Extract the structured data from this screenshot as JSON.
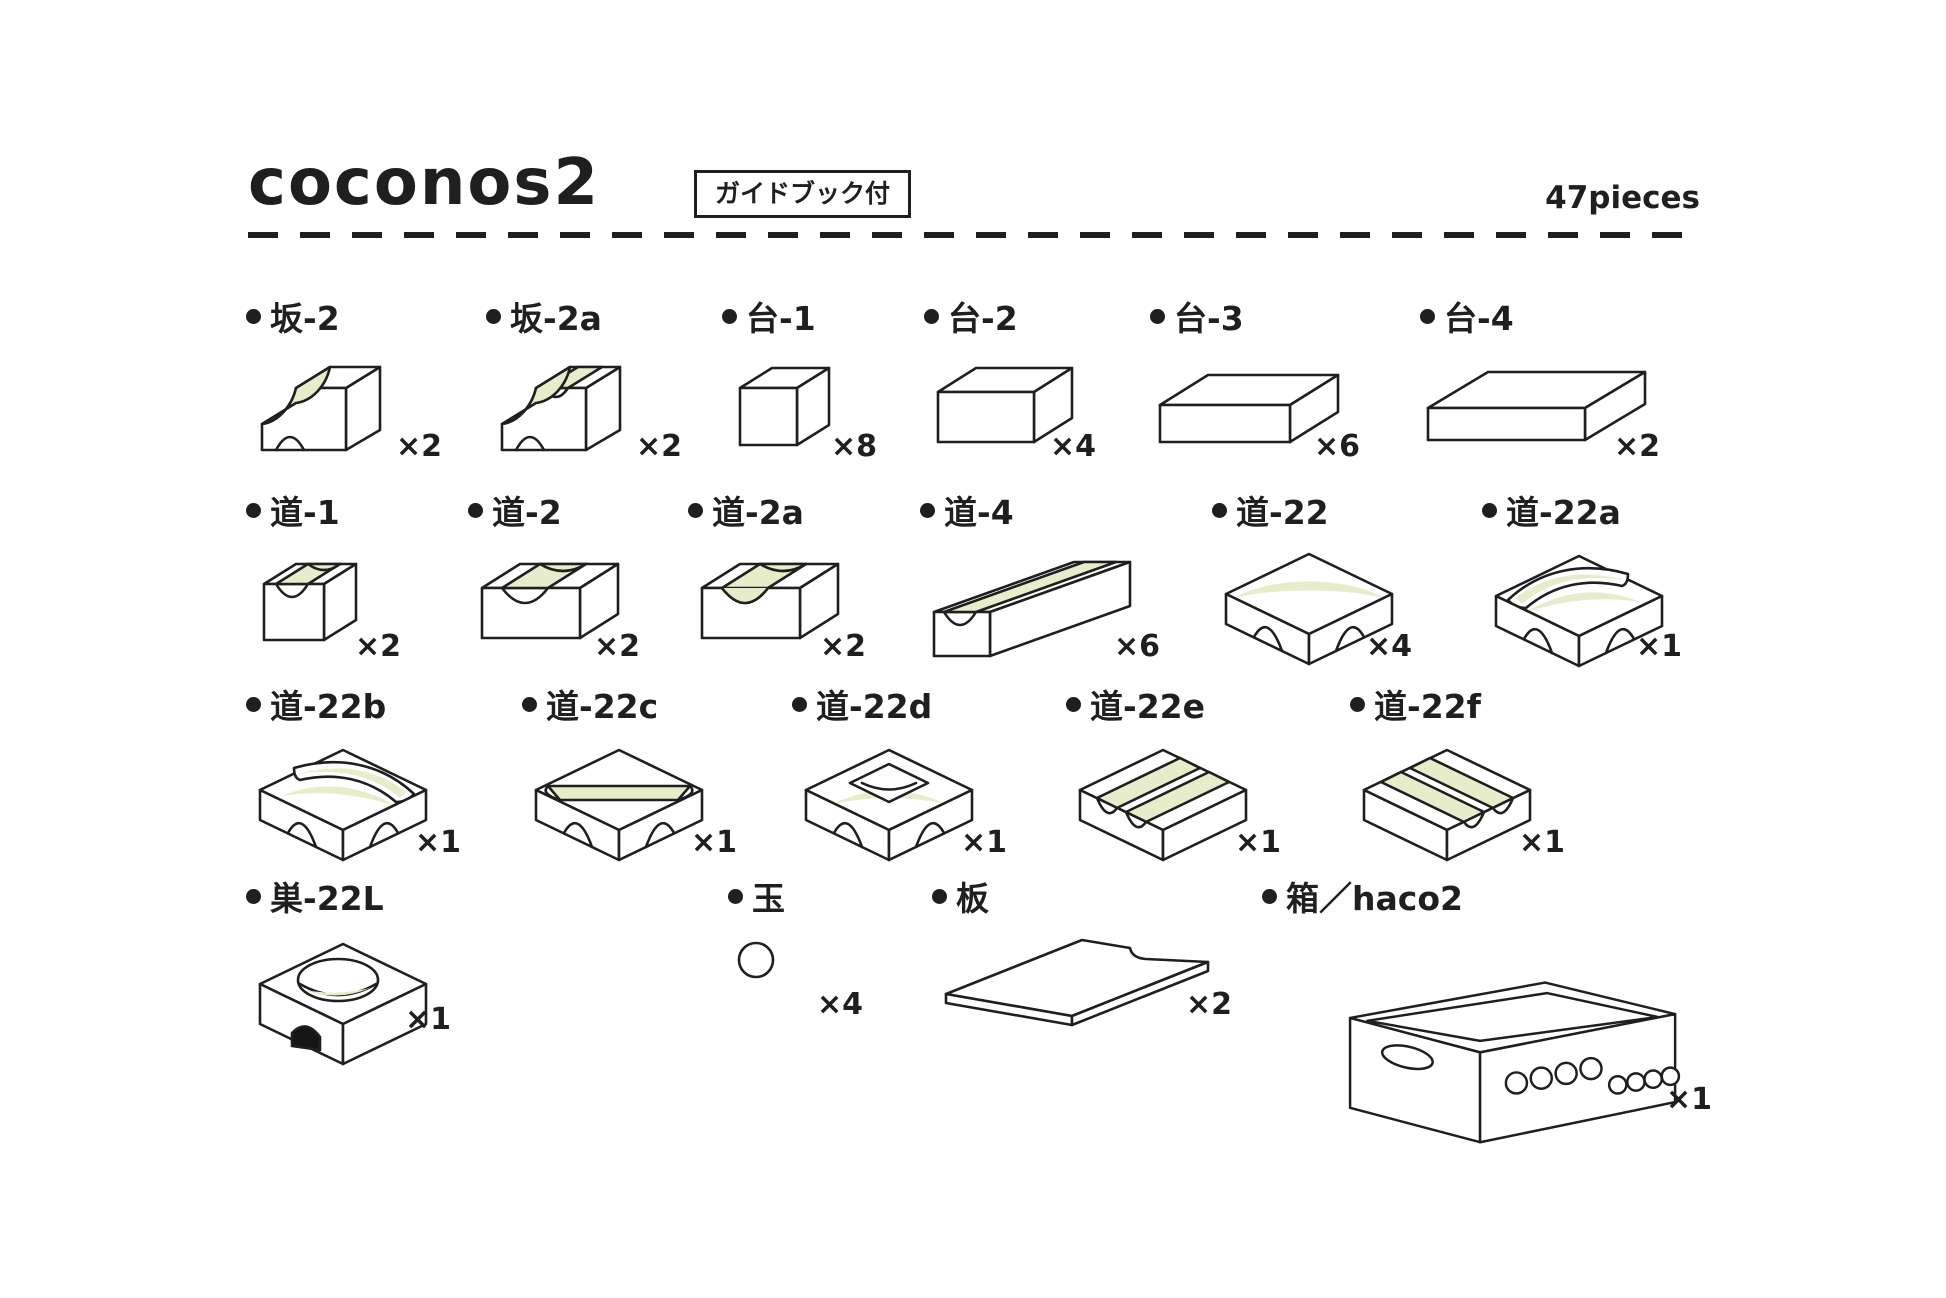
{
  "header": {
    "title": "coconos2",
    "badge": "ガイドブック付",
    "pieces_total": "47pieces"
  },
  "colors": {
    "line": "#1f1f1f",
    "accent_green": "#e7edcb",
    "background": "#ffffff"
  },
  "items": [
    {
      "label": "坂-2",
      "qty": "×2",
      "icon": "slope-block"
    },
    {
      "label": "坂-2a",
      "qty": "×2",
      "icon": "slope-channel-block"
    },
    {
      "label": "台-1",
      "qty": "×8",
      "icon": "cube-block"
    },
    {
      "label": "台-2",
      "qty": "×4",
      "icon": "rect-block-2"
    },
    {
      "label": "台-3",
      "qty": "×6",
      "icon": "rect-block-3"
    },
    {
      "label": "台-4",
      "qty": "×2",
      "icon": "rect-block-4"
    },
    {
      "label": "道-1",
      "qty": "×2",
      "icon": "channel-cube"
    },
    {
      "label": "道-2",
      "qty": "×2",
      "icon": "channel-block-2"
    },
    {
      "label": "道-2a",
      "qty": "×2",
      "icon": "channel-slope-block"
    },
    {
      "label": "道-4",
      "qty": "×6",
      "icon": "channel-block-4"
    },
    {
      "label": "道-22",
      "qty": "×4",
      "icon": "crossing-slab"
    },
    {
      "label": "道-22a",
      "qty": "×1",
      "icon": "curve-slab-a"
    },
    {
      "label": "道-22b",
      "qty": "×1",
      "icon": "curve-slab-b"
    },
    {
      "label": "道-22c",
      "qty": "×1",
      "icon": "straight-channel-slab"
    },
    {
      "label": "道-22d",
      "qty": "×1",
      "icon": "bump-slab"
    },
    {
      "label": "道-22e",
      "qty": "×1",
      "icon": "double-groove-slab-e"
    },
    {
      "label": "道-22f",
      "qty": "×1",
      "icon": "double-groove-slab-f"
    },
    {
      "label": "巣-22L",
      "qty": "×1",
      "icon": "nest-block"
    },
    {
      "label": "玉",
      "qty": "×4",
      "icon": "ball"
    },
    {
      "label": "板",
      "qty": "×2",
      "icon": "board"
    },
    {
      "label": "箱／haco2",
      "qty": "×1",
      "icon": "storage-box"
    }
  ]
}
